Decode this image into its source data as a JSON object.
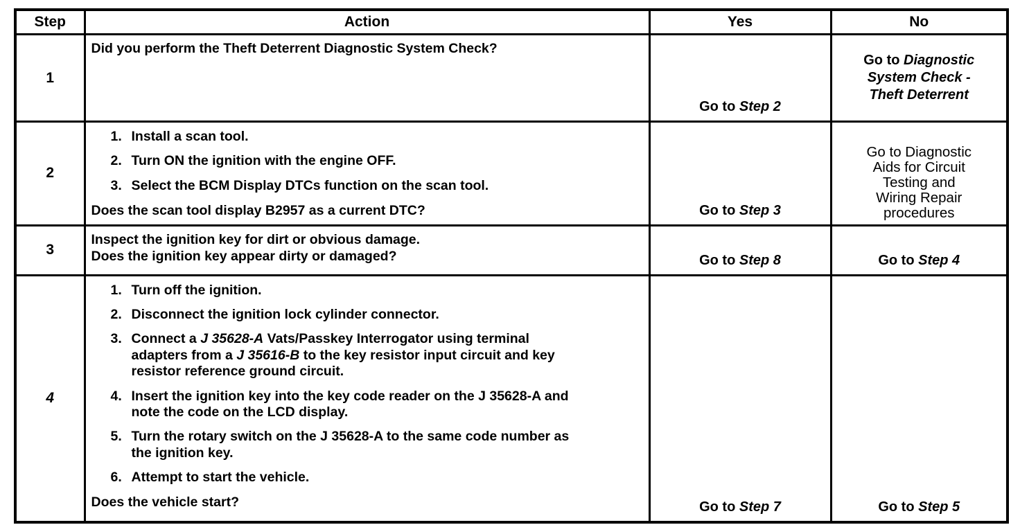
{
  "table": {
    "headers": [
      "Step",
      "Action",
      "Yes",
      "No"
    ],
    "rows": [
      {
        "step": "1",
        "step_italic": false,
        "action": {
          "intro": [
            {
              "text": "Did you perform the Theft Deterrent Diagnostic System Check?"
            }
          ],
          "list": [],
          "question": null
        },
        "yes": [
          {
            "text": "Go to "
          },
          {
            "text": "Step 2",
            "italic": true
          }
        ],
        "no": [
          {
            "text": "Go to "
          },
          {
            "text": "Diagnostic System Check - Theft Deterrent",
            "italic": true
          }
        ]
      },
      {
        "step": "2",
        "step_italic": false,
        "action": {
          "intro": null,
          "list": [
            [
              {
                "text": "Install a scan tool."
              }
            ],
            [
              {
                "text": "Turn ON the ignition with the engine OFF."
              }
            ],
            [
              {
                "text": "Select the BCM Display DTCs function on the scan tool."
              }
            ]
          ],
          "question": [
            {
              "text": "Does the scan tool display B2957 as a current DTC?"
            }
          ]
        },
        "yes": [
          {
            "text": "Go to "
          },
          {
            "text": "Step 3",
            "italic": true
          }
        ],
        "no": [
          {
            "text": "Go to Diagnostic Aids for Circuit Testing and Wiring Repair procedures"
          }
        ]
      },
      {
        "step": "3",
        "step_italic": false,
        "action": {
          "intro": [
            {
              "text": "Inspect the ignition key for dirt or obvious damage."
            }
          ],
          "list": [],
          "question": [
            {
              "text": "Does the ignition key appear dirty or damaged?"
            }
          ]
        },
        "yes": [
          {
            "text": "Go to "
          },
          {
            "text": "Step 8",
            "italic": true
          }
        ],
        "no": [
          {
            "text": "Go to "
          },
          {
            "text": "Step 4",
            "italic": true
          }
        ]
      },
      {
        "step": "4",
        "step_italic": true,
        "action": {
          "intro": null,
          "list": [
            [
              {
                "text": "Turn off the ignition."
              }
            ],
            [
              {
                "text": "Disconnect the ignition lock cylinder connector."
              }
            ],
            [
              {
                "text": "Connect a "
              },
              {
                "text": "J 35628-A",
                "italic": true
              },
              {
                "text": " Vats/Passkey Interrogator using terminal adapters from a "
              },
              {
                "text": "J 35616-B",
                "italic": true
              },
              {
                "text": " to the key resistor input circuit and key resistor reference ground circuit."
              }
            ],
            [
              {
                "text": "Insert the ignition key into the key code reader on the J 35628-A and note the code on the LCD display."
              }
            ],
            [
              {
                "text": "Turn the rotary switch on the J 35628-A to the same code number as the ignition key."
              }
            ],
            [
              {
                "text": "Attempt to start the vehicle."
              }
            ]
          ],
          "question": [
            {
              "text": "Does the vehicle start?"
            }
          ]
        },
        "yes": [
          {
            "text": "Go to "
          },
          {
            "text": "Step 7",
            "italic": true
          }
        ],
        "no": [
          {
            "text": "Go to "
          },
          {
            "text": "Step 5",
            "italic": true
          }
        ]
      }
    ]
  }
}
